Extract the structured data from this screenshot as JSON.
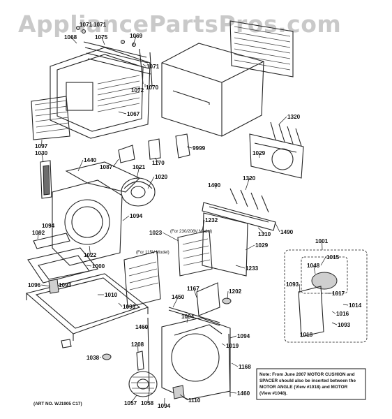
{
  "watermark": "AppliancePartsPros.com",
  "art_no": "(ART NO. WJ1905 C17)",
  "note_lines": [
    "Note: From June 2007 MOTOR CUSHION and",
    "SPACER should also be inserted between the",
    "MOTOR ANGLE (View #1018) and MOTOR",
    "(View #1048)."
  ],
  "sub_labels": {
    "v230": "(For 230/208V Model)",
    "v115": "(For 115V Model)"
  },
  "callouts": [
    {
      "id": "c1068",
      "text": "1068"
    },
    {
      "id": "c1071a",
      "text": "1071"
    },
    {
      "id": "c1071b",
      "text": "1071"
    },
    {
      "id": "c1075",
      "text": "1075"
    },
    {
      "id": "c1069",
      "text": "1069"
    },
    {
      "id": "c1071c",
      "text": "1071"
    },
    {
      "id": "c1072",
      "text": "1072"
    },
    {
      "id": "c1070",
      "text": "1070"
    },
    {
      "id": "c1067",
      "text": "1067"
    },
    {
      "id": "c1097",
      "text": "1097"
    },
    {
      "id": "c1320a",
      "text": "1320"
    },
    {
      "id": "c9999",
      "text": "9999"
    },
    {
      "id": "c1029a",
      "text": "1029"
    },
    {
      "id": "c1030",
      "text": "1030"
    },
    {
      "id": "c1440",
      "text": "1440"
    },
    {
      "id": "c1087",
      "text": "1087"
    },
    {
      "id": "c1021",
      "text": "1021"
    },
    {
      "id": "c1170",
      "text": "1170"
    },
    {
      "id": "c1020",
      "text": "1020"
    },
    {
      "id": "c1490a",
      "text": "1490"
    },
    {
      "id": "c1320b",
      "text": "1320"
    },
    {
      "id": "c1094a",
      "text": "1094"
    },
    {
      "id": "c1094b",
      "text": "1094"
    },
    {
      "id": "c1092",
      "text": "1092"
    },
    {
      "id": "c1023",
      "text": "1023"
    },
    {
      "id": "c1232",
      "text": "1232"
    },
    {
      "id": "c1310",
      "text": "1310"
    },
    {
      "id": "c1490b",
      "text": "1490"
    },
    {
      "id": "c1029b",
      "text": "1029"
    },
    {
      "id": "c1001",
      "text": "1001"
    },
    {
      "id": "c1022",
      "text": "1022"
    },
    {
      "id": "c1015",
      "text": "1015"
    },
    {
      "id": "c1000",
      "text": "1000"
    },
    {
      "id": "c1233",
      "text": "1233"
    },
    {
      "id": "c1048",
      "text": "1048"
    },
    {
      "id": "c1096",
      "text": "1096"
    },
    {
      "id": "c1093a",
      "text": "1093"
    },
    {
      "id": "c1093b",
      "text": "1093"
    },
    {
      "id": "c1167",
      "text": "1167"
    },
    {
      "id": "c1202",
      "text": "1202"
    },
    {
      "id": "c1017",
      "text": "1017"
    },
    {
      "id": "c1014",
      "text": "1014"
    },
    {
      "id": "c1010",
      "text": "1010"
    },
    {
      "id": "c1450",
      "text": "1450"
    },
    {
      "id": "c1016",
      "text": "1016"
    },
    {
      "id": "c1093c",
      "text": "1093"
    },
    {
      "id": "c1093d",
      "text": "1093"
    },
    {
      "id": "c1094c",
      "text": "1094"
    },
    {
      "id": "c1460a",
      "text": "1460"
    },
    {
      "id": "c1094d",
      "text": "1094"
    },
    {
      "id": "c1018",
      "text": "1018"
    },
    {
      "id": "c1019",
      "text": "1019"
    },
    {
      "id": "c1208",
      "text": "1208"
    },
    {
      "id": "c1038",
      "text": "1038"
    },
    {
      "id": "c1168",
      "text": "1168"
    },
    {
      "id": "c1057",
      "text": "1057"
    },
    {
      "id": "c1058",
      "text": "1058"
    },
    {
      "id": "c1094e",
      "text": "1094"
    },
    {
      "id": "c1110",
      "text": "1110"
    },
    {
      "id": "c1460b",
      "text": "1460"
    }
  ]
}
